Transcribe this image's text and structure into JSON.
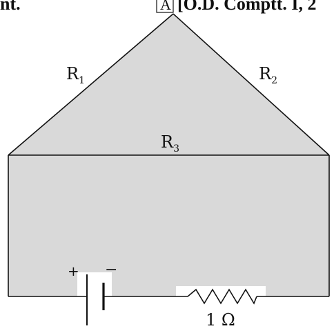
{
  "header": {
    "left_text": "nt.",
    "boxed_letter": "A",
    "right_text": "[O.D. Comptt. I, 2"
  },
  "resistors": {
    "r1": {
      "label": "R",
      "sub": "1"
    },
    "r2": {
      "label": "R",
      "sub": "2"
    },
    "r3": {
      "label": "R",
      "sub": "3"
    },
    "external": {
      "label": "1 Ω"
    }
  },
  "battery": {
    "plus": "+",
    "minus": "−"
  },
  "colors": {
    "fill": "#d9d9d9",
    "stroke": "#111111",
    "background": "#ffffff"
  }
}
